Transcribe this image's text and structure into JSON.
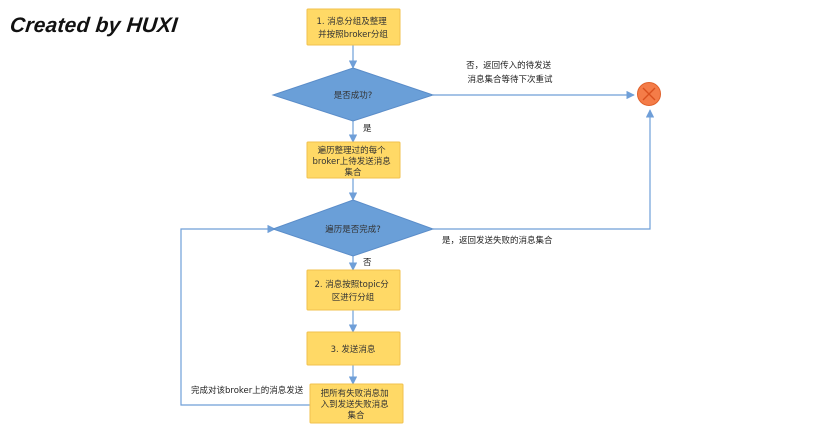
{
  "watermark": "Created by HUXI",
  "colors": {
    "process_fill": "#FFD966",
    "process_stroke": "#F2C14E",
    "decision_fill": "#6A9FD8",
    "decision_stroke": "#5B8DC9",
    "edge": "#6F9FD8",
    "end_fill": "#F47C48",
    "end_stroke": "#E0612B"
  },
  "nodes": {
    "step1": {
      "lines": [
        "1. 消息分组及整理",
        "并按照broker分组"
      ]
    },
    "decision1": {
      "text": "是否成功?"
    },
    "step2": {
      "lines": [
        "遍历整理过的每个",
        "broker上待发送消息",
        "集合"
      ]
    },
    "decision2": {
      "text": "遍历是否完成?"
    },
    "step3": {
      "lines": [
        "2. 消息按照topic分",
        "区进行分组"
      ]
    },
    "step4": {
      "lines": [
        "3. 发送消息"
      ]
    },
    "step5": {
      "lines": [
        "把所有失败消息加",
        "入到发送失败消息",
        "集合"
      ]
    },
    "end": {
      "icon": "end-x-icon"
    }
  },
  "edges": {
    "d1_no": {
      "lines": [
        "否，返回传入的待发送",
        "消息集合等待下次重试"
      ]
    },
    "d1_yes": "是",
    "d2_yes": "是，返回发送失败的消息集合",
    "d2_no": "否",
    "loop_back": "完成对该broker上的消息发送"
  }
}
